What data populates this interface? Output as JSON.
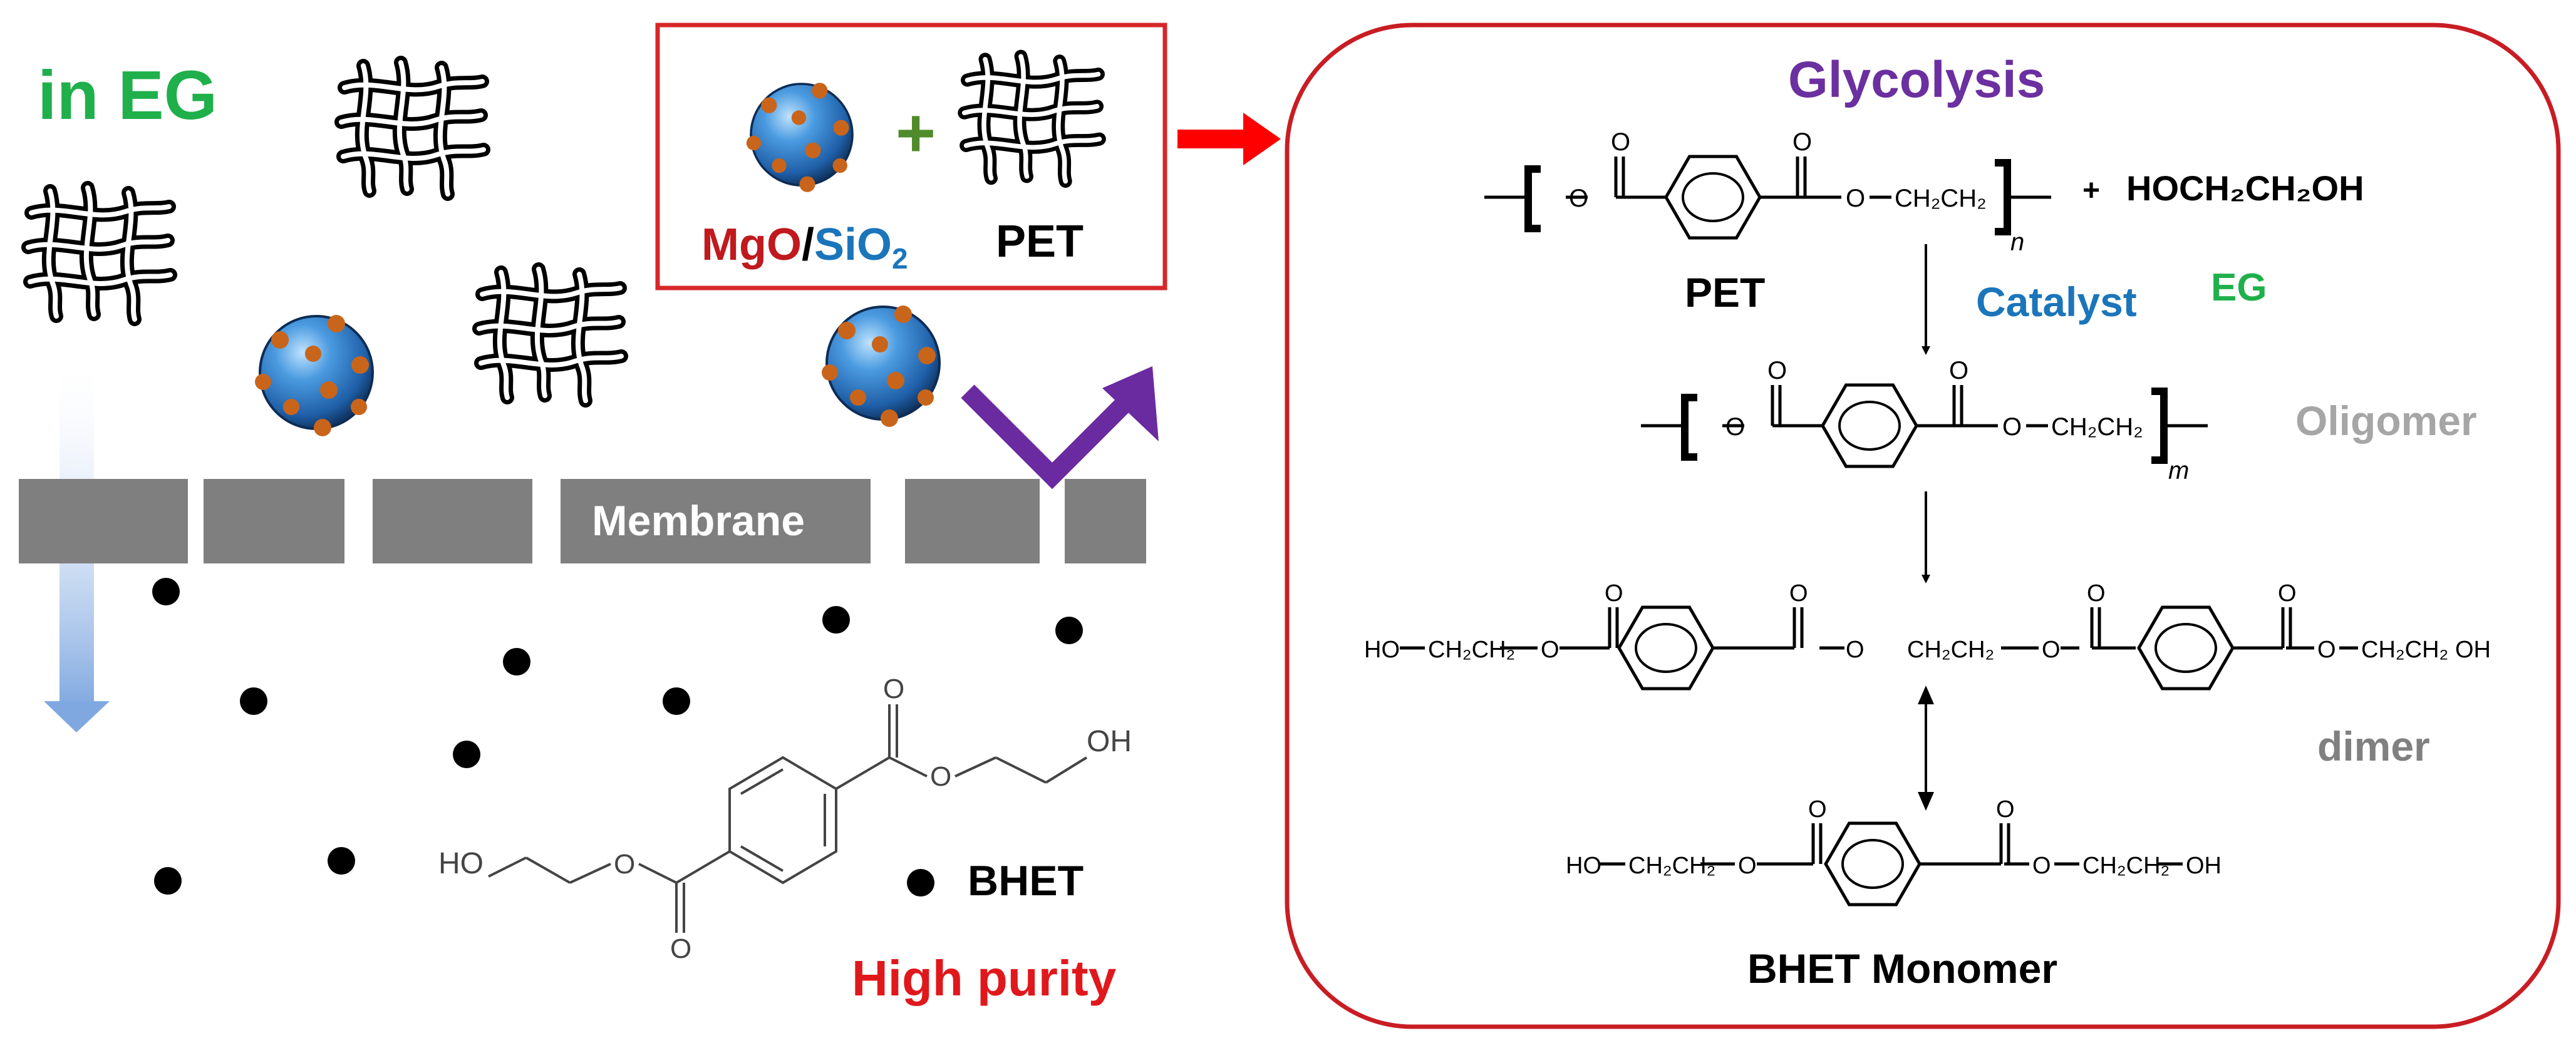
{
  "colors": {
    "green_label": "#1fb04c",
    "red_label": "#e0181c",
    "dark_red": "#c0191e",
    "blue_label": "#1b75bb",
    "purple": "#6b2fa0",
    "purple_arrow": "#6a2aa0",
    "gray_text": "#a6a6a6",
    "membrane": "#7f7f7f",
    "sphere": "#3f8fd6",
    "dot_orange": "#c8651b",
    "plus_green": "#4f8b2b",
    "box_red": "#d62728"
  },
  "left": {
    "solvent_label": "in EG",
    "membrane_label": "Membrane",
    "bhet_label": "BHET",
    "purity_label": "High purity",
    "mol_oh_right": "OH",
    "mol_ho_left": "HO",
    "mol_o_label": "O"
  },
  "legend_box": {
    "mgo": "MgO",
    "slash": "/",
    "sio2": "SiO",
    "sio2_sub": "2",
    "plus": "+",
    "pet": "PET"
  },
  "right": {
    "title": "Glycolysis",
    "pet_label": "PET",
    "eg_formula": "HOCH₂CH₂OH",
    "plus": "+",
    "catalyst_label": "Catalyst",
    "eg_label": "EG",
    "oligomer_label": "Oligomer",
    "dimer_label": "dimer",
    "monomer_label": "BHET Monomer",
    "subscript_n": "n",
    "subscript_m": "m",
    "atom_o": "O",
    "group_ch2ch2": "CH₂CH₂",
    "group_ho": "HO",
    "group_oh": "OH"
  }
}
